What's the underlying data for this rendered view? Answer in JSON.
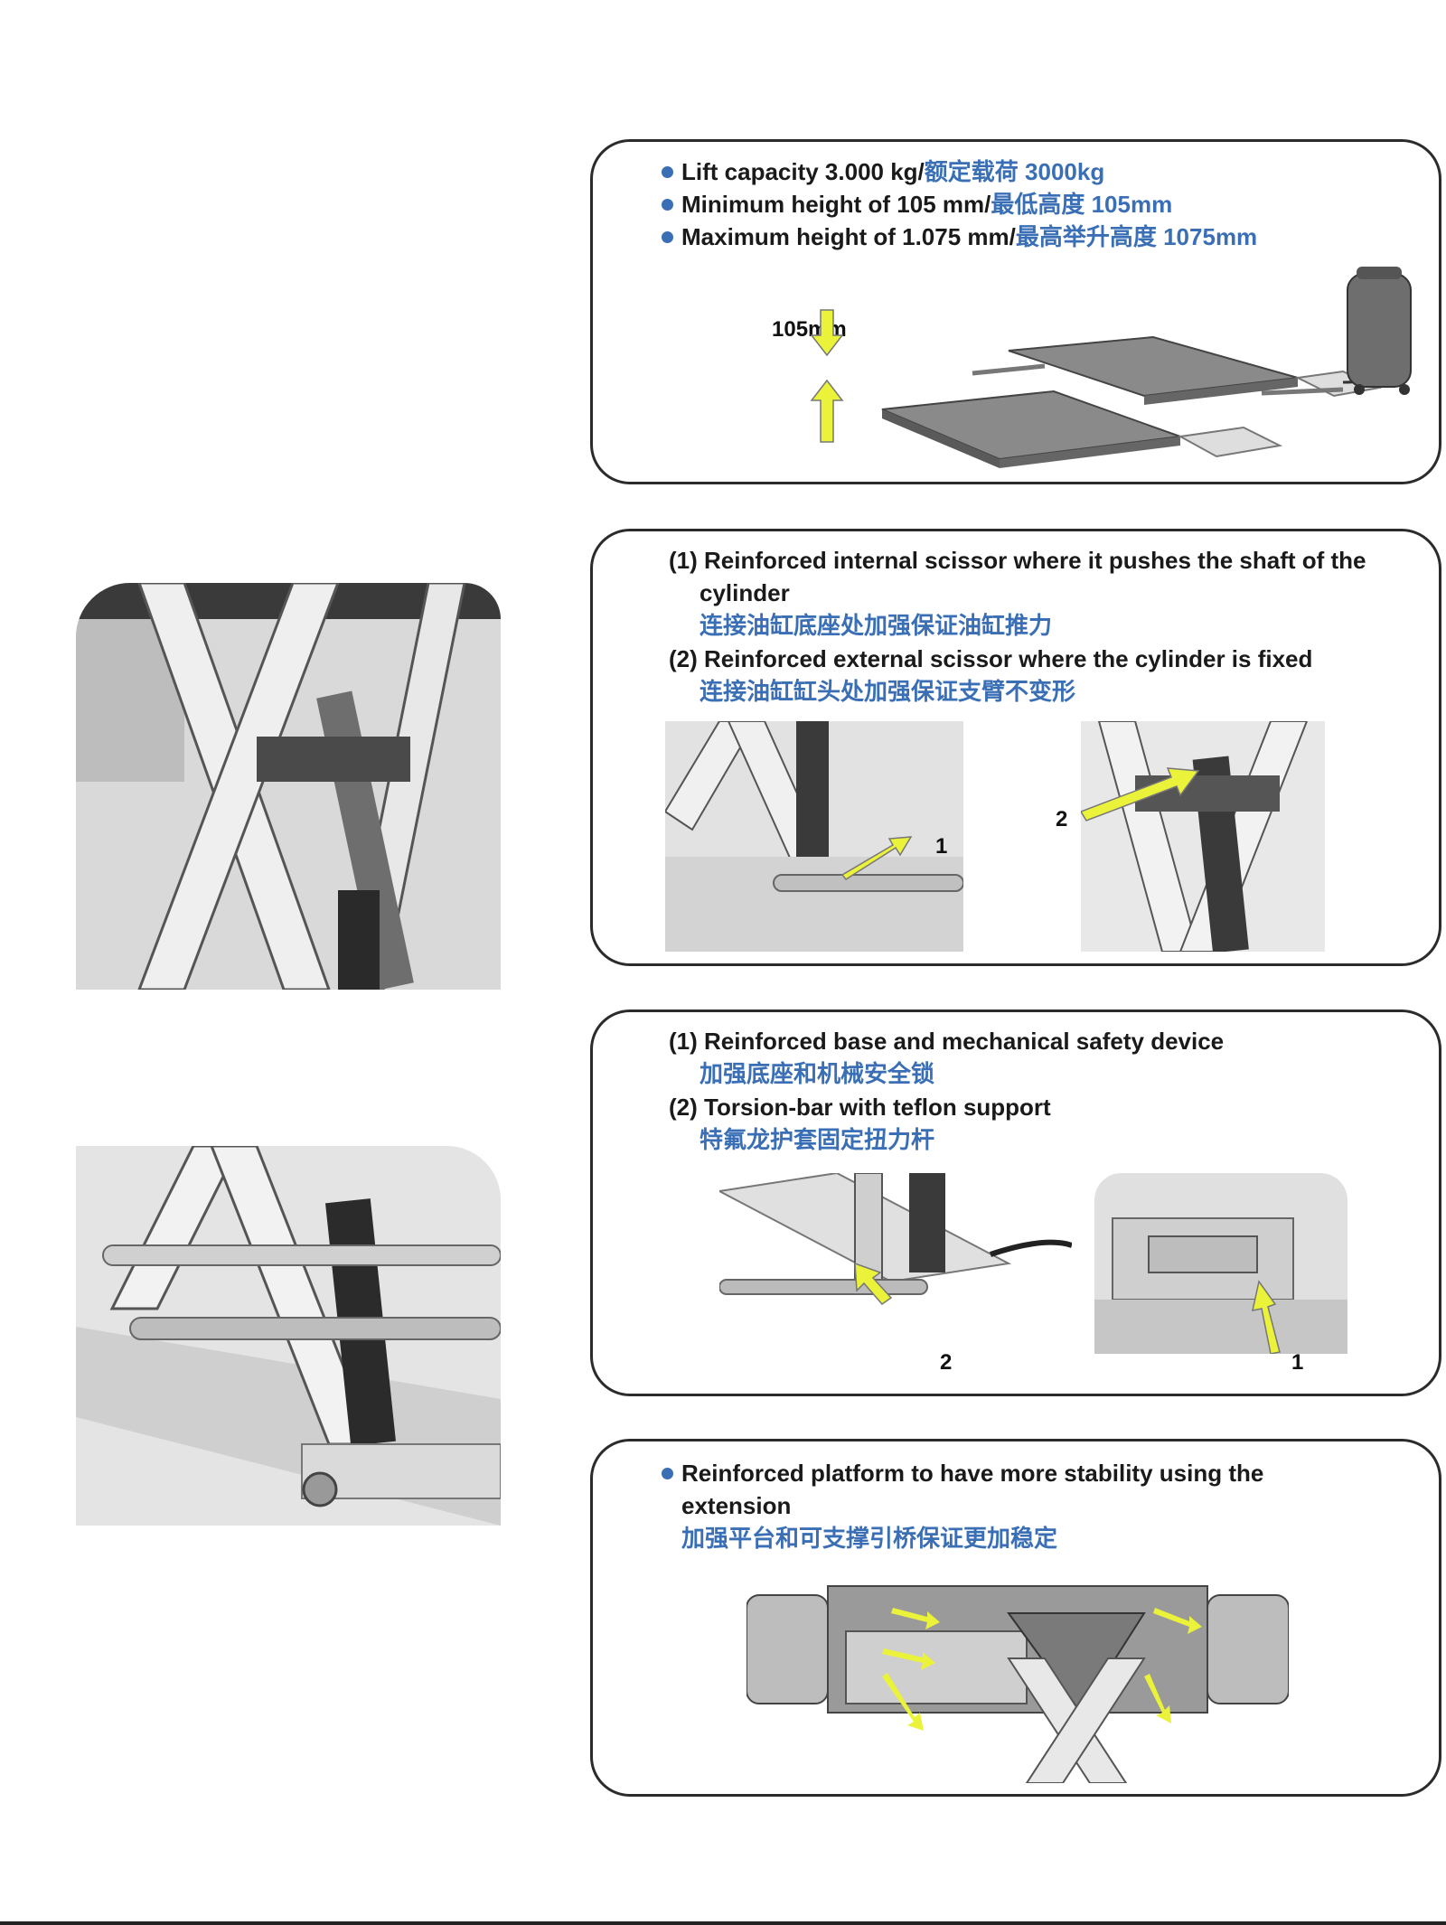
{
  "panel1": {
    "lines": [
      {
        "en": "Lift capacity 3.000 kg/",
        "cn": "额定载荷 3000kg"
      },
      {
        "en": "Minimum height of 105 mm/",
        "cn": "最低高度 105mm"
      },
      {
        "en": "Maximum height of 1.075 mm/",
        "cn": "最高举升高度 1075mm"
      }
    ],
    "dimension_label": "105mm"
  },
  "panel2": {
    "item1_en": "(1) Reinforced internal scissor where it pushes the shaft of the",
    "item1_en_cont": "cylinder",
    "item1_cn": "连接油缸底座处加强保证油缸推力",
    "item2_en": "(2) Reinforced external scissor where the cylinder is fixed",
    "item2_cn": "连接油缸缸头处加强保证支臂不变形",
    "callout_1": "1",
    "callout_2": "2"
  },
  "panel3": {
    "item1_en": "(1) Reinforced base and mechanical safety device",
    "item1_cn": "加强底座和机械安全锁",
    "item2_en": "(2) Torsion-bar with teflon support",
    "item2_cn": "特氟龙护套固定扭力杆",
    "callout_2": "2",
    "callout_1": "1"
  },
  "panel4": {
    "line1_en": "Reinforced platform to have more stability using the",
    "line2_en": "extension",
    "line_cn": "加强平台和可支撑引桥保证更加稳定"
  },
  "colors": {
    "accent_blue": "#3a6fb5",
    "arrow_yellow": "#eaf23a",
    "border": "#2b2b2b"
  }
}
